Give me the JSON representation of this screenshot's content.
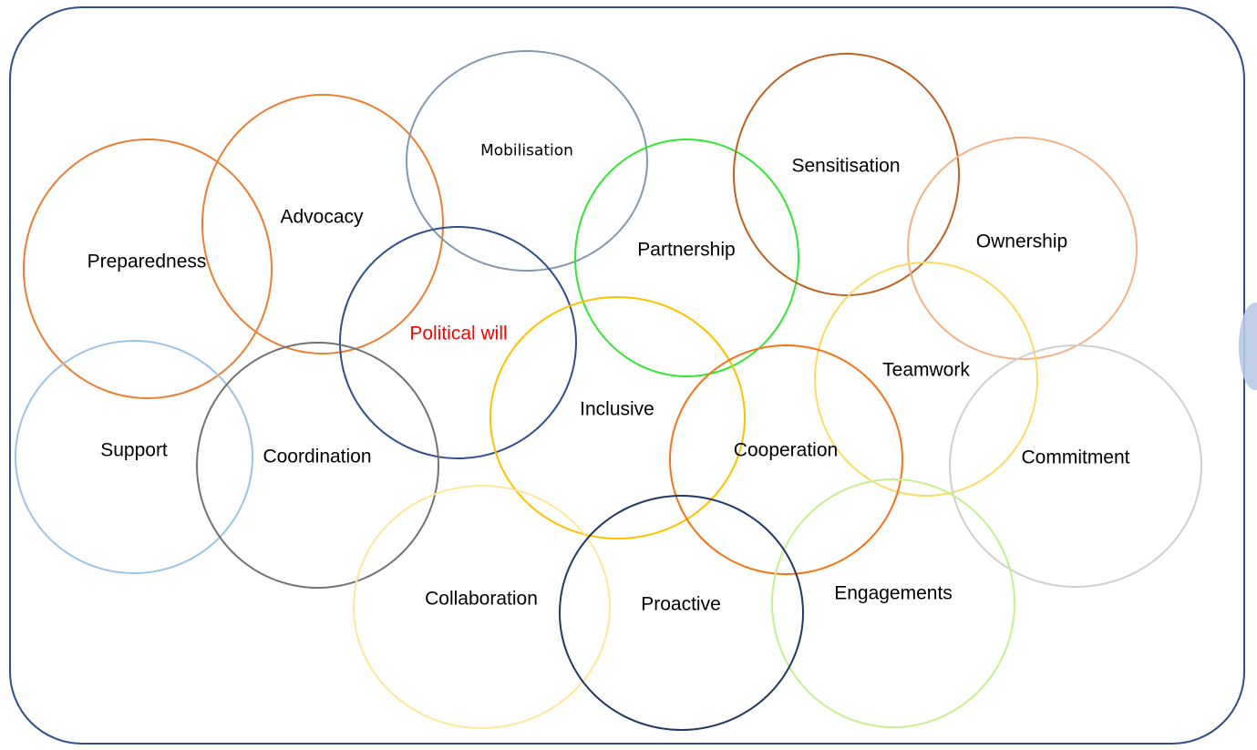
{
  "diagram": {
    "frame_color": "#2f4e8a",
    "terms": [
      {
        "key": "preparedness",
        "label": "Preparedness",
        "color": "#ed7d31"
      },
      {
        "key": "advocacy",
        "label": "Advocacy",
        "color": "#ed7d31"
      },
      {
        "key": "mobilisation",
        "label": "Mobilisation",
        "color": "#8497b0"
      },
      {
        "key": "partnership",
        "label": "Partnership",
        "color": "#33e633"
      },
      {
        "key": "sensitisation",
        "label": "Sensitisation",
        "color": "#c0601f"
      },
      {
        "key": "ownership",
        "label": "Ownership",
        "color": "#f4b183"
      },
      {
        "key": "political-will",
        "label": "Political will",
        "color": "#2f4e8a"
      },
      {
        "key": "inclusive",
        "label": "Inclusive",
        "color": "#ffc000"
      },
      {
        "key": "teamwork",
        "label": "Teamwork",
        "color": "#ffd966"
      },
      {
        "key": "support",
        "label": "Support",
        "color": "#9dc3e6"
      },
      {
        "key": "coordination",
        "label": "Coordination",
        "color": "#767171"
      },
      {
        "key": "cooperation",
        "label": "Cooperation",
        "color": "#f57418"
      },
      {
        "key": "commitment",
        "label": "Commitment",
        "color": "#d0cece"
      },
      {
        "key": "collaboration",
        "label": "Collaboration",
        "color": "#ffe699"
      },
      {
        "key": "proactive",
        "label": "Proactive",
        "color": "#203864"
      },
      {
        "key": "engagements",
        "label": "Engagements",
        "color": "#c5f08f"
      }
    ]
  }
}
